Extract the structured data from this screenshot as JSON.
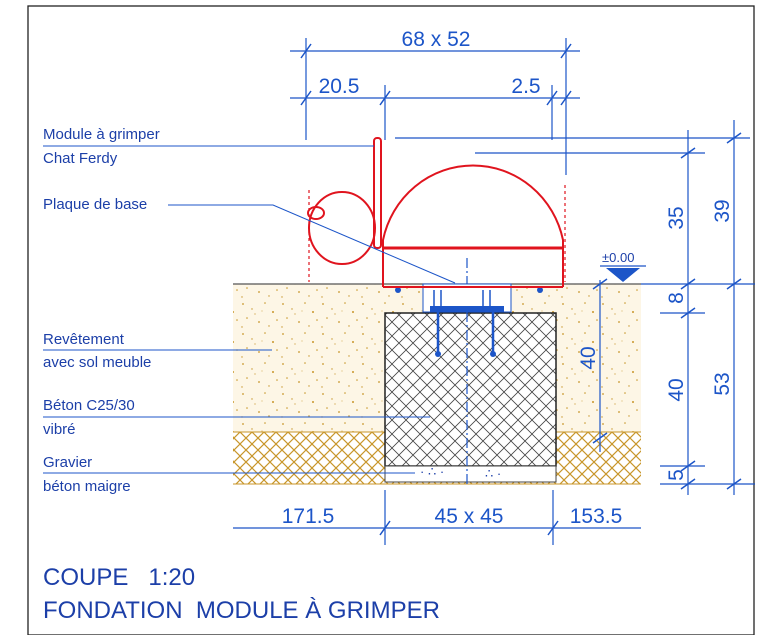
{
  "title": {
    "line1": "COUPE   1:20",
    "line2": "FONDATION  MODULE À GRIMPER"
  },
  "labels": {
    "module_l1": "Module à grimper",
    "module_l2": "Chat Ferdy",
    "plaque": "Plaque de base",
    "revetement_l1": "Revêtement",
    "revetement_l2": "avec sol meuble",
    "beton_l1": "Béton C25/30",
    "beton_l2": "vibré",
    "gravier": "Gravier",
    "beton_maigre": "béton maigre"
  },
  "dimensions": {
    "top_overall": "68 x 52",
    "top_left": "20.5",
    "top_right": "2.5",
    "bottom_left": "171.5",
    "bottom_center": "45 x 45",
    "bottom_right": "153.5",
    "right_35": "35",
    "right_39": "39",
    "right_8": "8",
    "right_40": "40",
    "right_53": "53",
    "right_5": "5",
    "inner_40": "40",
    "level": "±0.00"
  },
  "colors": {
    "annotation": "#1c55c8",
    "equipment": "#e0141e",
    "soil": "#c8962a",
    "concrete": "#333333"
  }
}
